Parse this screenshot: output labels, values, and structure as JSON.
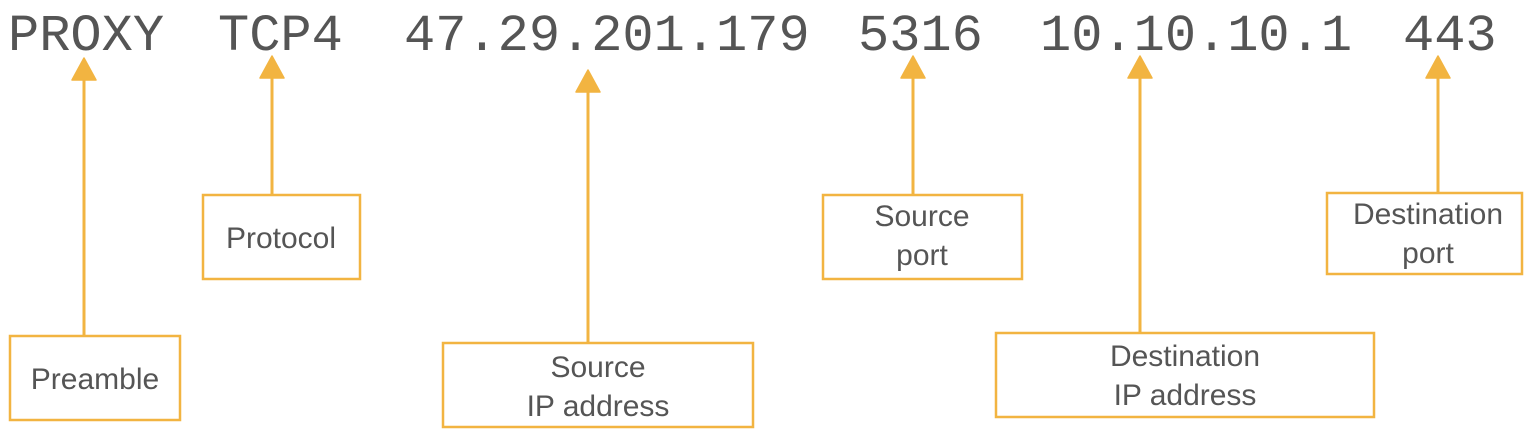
{
  "tokens": {
    "preamble": "PROXY",
    "protocol": "TCP4",
    "source_ip": "47.29.201.179",
    "source_port": "5316",
    "destination_ip": "10.10.10.1",
    "destination_port": "443"
  },
  "labels": {
    "preamble": "Preamble",
    "protocol": "Protocol",
    "source_ip": {
      "line1": "Source",
      "line2": "IP address"
    },
    "source_port": {
      "line1": "Source",
      "line2": "port"
    },
    "destination_ip": {
      "line1": "Destination",
      "line2": "IP address"
    },
    "destination_port": {
      "line1": "Destination",
      "line2": "port"
    }
  },
  "colors": {
    "accent": "#f2b441",
    "text": "#555555",
    "background": "#ffffff"
  }
}
